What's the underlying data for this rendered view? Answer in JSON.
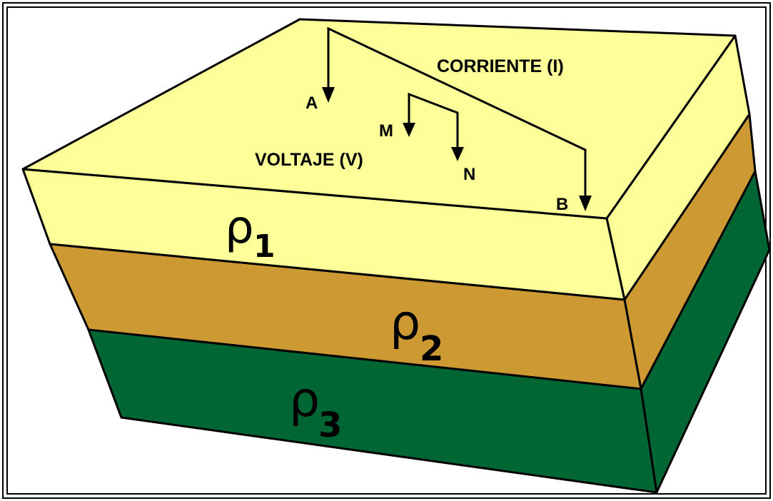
{
  "labels": {
    "current": "CORRIENTE (I)",
    "voltage": "VOLTAJE (V)",
    "electrode_a": "A",
    "electrode_b": "B",
    "electrode_m": "M",
    "electrode_n": "N"
  },
  "layers": [
    {
      "symbol": "ρ",
      "subscript": "1",
      "color": "#ffff99"
    },
    {
      "symbol": "ρ",
      "subscript": "2",
      "color": "#cc9933"
    },
    {
      "symbol": "ρ",
      "subscript": "3",
      "color": "#006633"
    }
  ],
  "colors": {
    "outline": "#000000",
    "frame": "#000000",
    "background": "#ffffff"
  }
}
